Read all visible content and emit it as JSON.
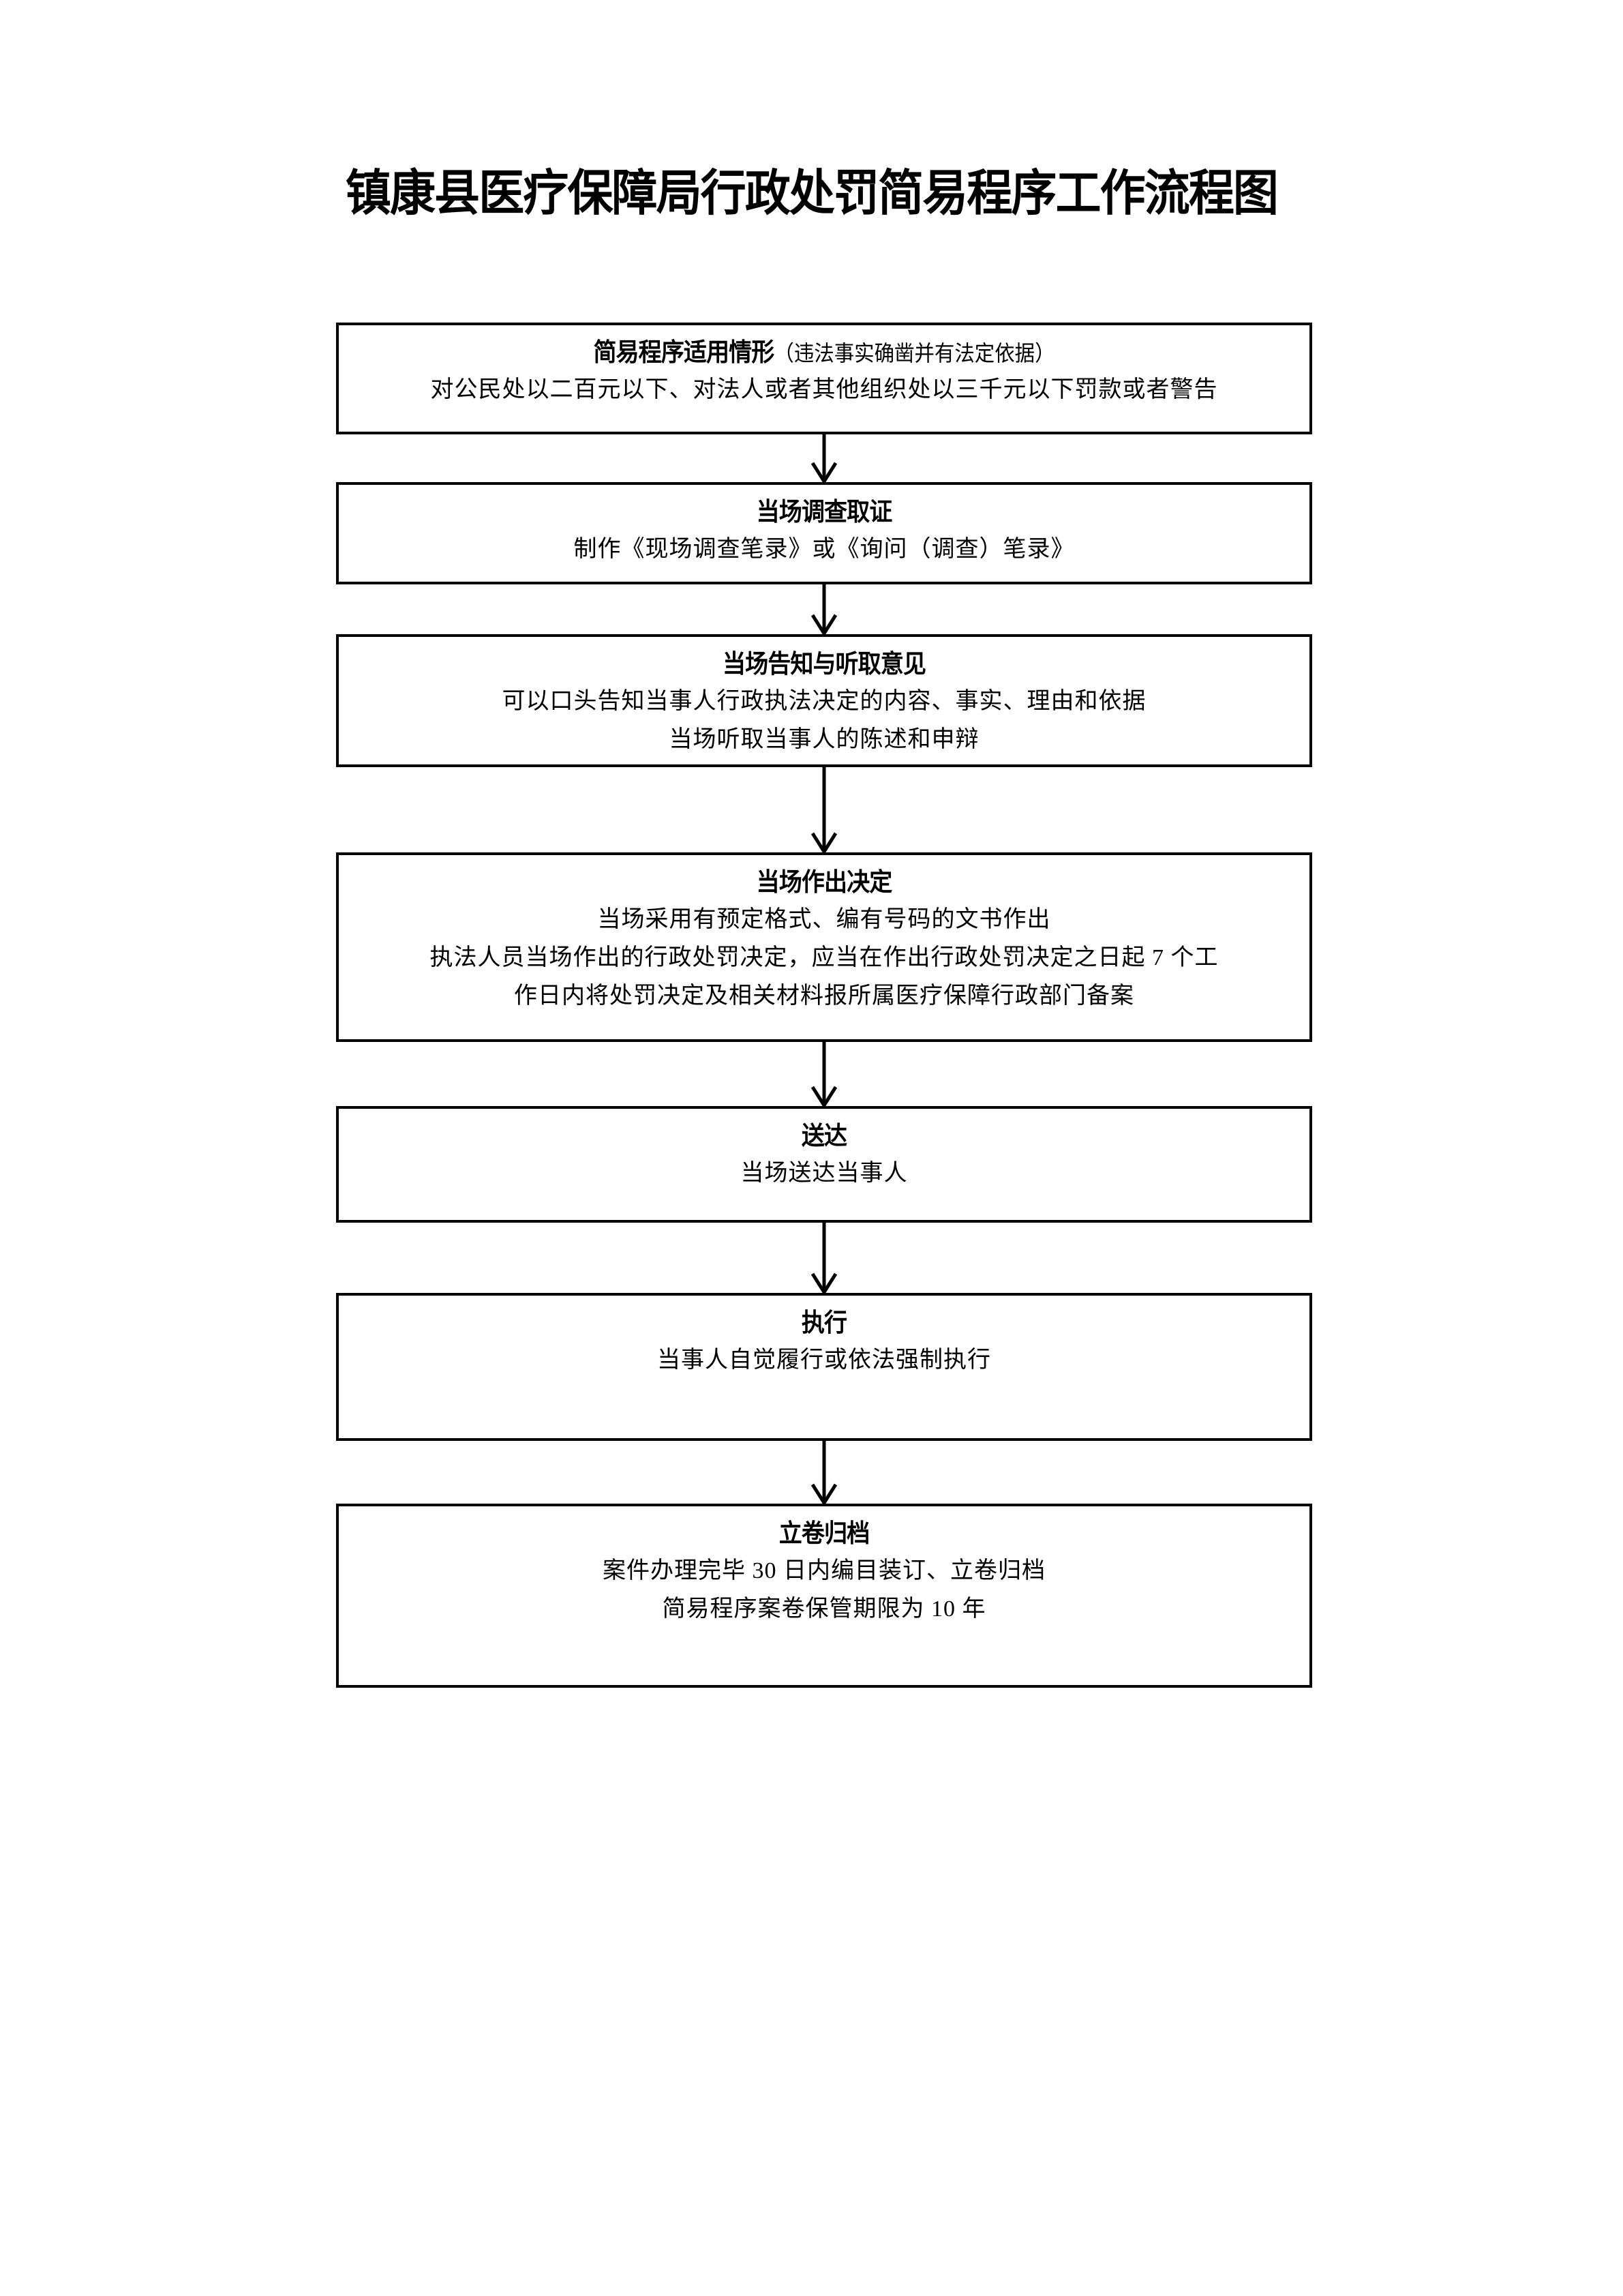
{
  "document": {
    "title": "镇康县医疗保障局行政处罚简易程序工作流程图",
    "background_color": "#ffffff",
    "line_color": "#000000",
    "text_color": "#000000"
  },
  "flow": {
    "orientation": "top-to-bottom",
    "connector_icon": "down-arrow-icon",
    "nodes": [
      {
        "id": "node-1",
        "title": "简易程序适用情形",
        "title_paren": "（违法事实确凿并有法定依据）",
        "lines": [
          "对公民处以二百元以下、对法人或者其他组织处以三千元以下罚款或者警告"
        ]
      },
      {
        "id": "node-2",
        "title": "当场调查取证",
        "title_paren": "",
        "lines": [
          "制作《现场调查笔录》或《询问（调查）笔录》"
        ]
      },
      {
        "id": "node-3",
        "title": "当场告知与听取意见",
        "title_paren": "",
        "lines": [
          "可以口头告知当事人行政执法决定的内容、事实、理由和依据",
          "当场听取当事人的陈述和申辩"
        ]
      },
      {
        "id": "node-4",
        "title": "当场作出决定",
        "title_paren": "",
        "lines": [
          "当场采用有预定格式、编有号码的文书作出",
          "执法人员当场作出的行政处罚决定，应当在作出行政处罚决定之日起 7 个工",
          "作日内将处罚决定及相关材料报所属医疗保障行政部门备案"
        ]
      },
      {
        "id": "node-5",
        "title": "送达",
        "title_paren": "",
        "lines": [
          "当场送达当事人"
        ]
      },
      {
        "id": "node-6",
        "title": "执行",
        "title_paren": "",
        "lines": [
          "当事人自觉履行或依法强制执行"
        ]
      },
      {
        "id": "node-7",
        "title": "立卷归档",
        "title_paren": "",
        "lines": [
          "案件办理完毕 30 日内编目装订、立卷归档",
          "简易程序案卷保管期限为 10 年"
        ]
      }
    ]
  }
}
